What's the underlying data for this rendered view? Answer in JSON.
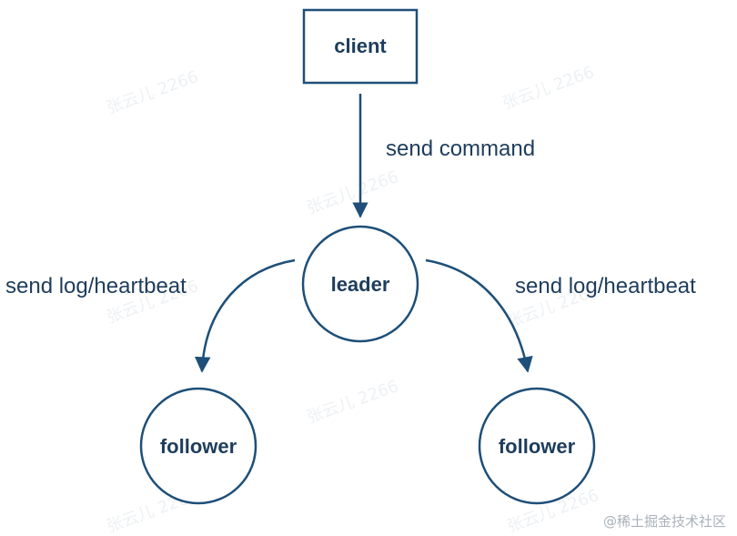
{
  "colors": {
    "stroke": "#1e4f78",
    "text": "#1e3d5c",
    "watermark": "#eef1f4",
    "credit": "#aab2ba"
  },
  "nodes": {
    "client": "client",
    "leader": "leader",
    "follower_left": "follower",
    "follower_right": "follower"
  },
  "edges": {
    "client_to_leader": "send command",
    "leader_to_left": "send log/heartbeat",
    "leader_to_right": "send log/heartbeat"
  },
  "watermark_text": "张云儿 2266",
  "credit_text": "@稀土掘金技术社区"
}
